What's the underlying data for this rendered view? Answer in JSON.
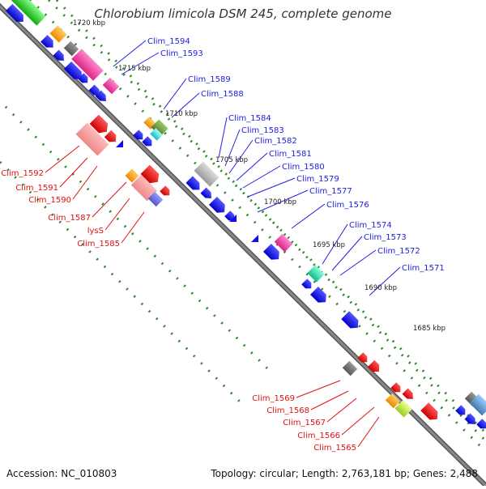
{
  "title": "Chlorobium limicola DSM 245, complete genome",
  "footer": {
    "accession": "Accession: NC_010803",
    "topology": "Topology: circular; Length: 2,763,181 bp; Genes: 2,488"
  },
  "ticks": [
    {
      "label": "1720 kbp"
    },
    {
      "label": "1715 kbp"
    },
    {
      "label": "1710 kbp"
    },
    {
      "label": "1705 kbp"
    },
    {
      "label": "1700 kbp"
    },
    {
      "label": "1695 kbp"
    },
    {
      "label": "1690 kbp"
    },
    {
      "label": "1685 kbp"
    }
  ],
  "gene_labels_forward": [
    {
      "label": "Clim_1594"
    },
    {
      "label": "Clim_1593"
    },
    {
      "label": "Clim_1589"
    },
    {
      "label": "Clim_1588"
    },
    {
      "label": "Clim_1584"
    },
    {
      "label": "Clim_1583"
    },
    {
      "label": "Clim_1582"
    },
    {
      "label": "Clim_1581"
    },
    {
      "label": "Clim_1580"
    },
    {
      "label": "Clim_1579"
    },
    {
      "label": "Clim_1577"
    },
    {
      "label": "Clim_1576"
    },
    {
      "label": "Clim_1574"
    },
    {
      "label": "Clim_1573"
    },
    {
      "label": "Clim_1572"
    },
    {
      "label": "Clim_1571"
    }
  ],
  "gene_labels_reverse": [
    {
      "label": "Clim_1592"
    },
    {
      "label": "Clim_1591"
    },
    {
      "label": "Clim_1590"
    },
    {
      "label": "Clim_1587"
    },
    {
      "label": "lysS"
    },
    {
      "label": "Clim_1585"
    },
    {
      "label": "Clim_1569"
    },
    {
      "label": "Clim_1568"
    },
    {
      "label": "Clim_1567"
    },
    {
      "label": "Clim_1566"
    },
    {
      "label": "Clim_1565"
    }
  ],
  "colors": {
    "forward_label": "#2020e0",
    "reverse_label": "#e01010",
    "backbone": "#888888",
    "tick_dots": "#2a8a2a"
  }
}
